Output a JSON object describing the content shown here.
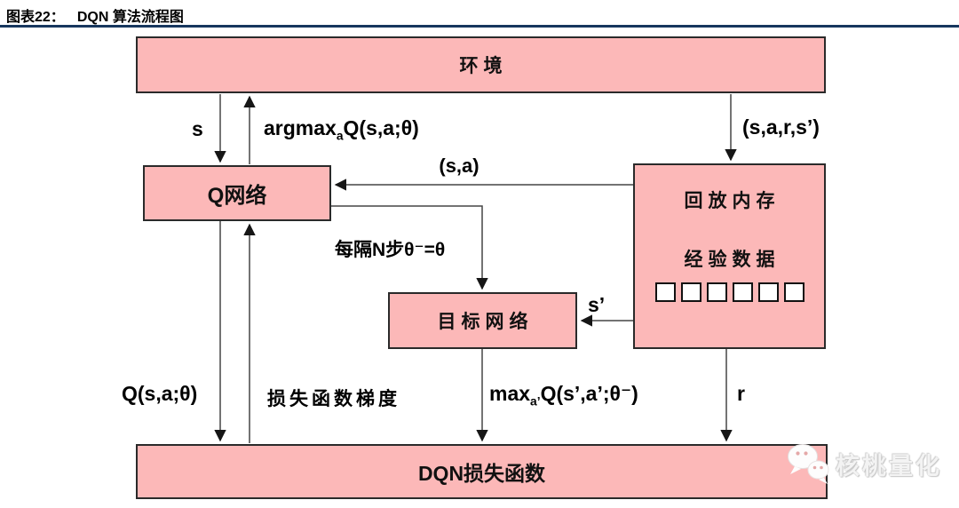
{
  "header": {
    "figure_label": "图表22：",
    "title": "DQN 算法流程图"
  },
  "colors": {
    "node_fill": "#FCB8B8",
    "node_border": "#2A2A2A",
    "title_rule": "#17375E",
    "arrow": "#454545"
  },
  "nodes": {
    "environment": {
      "label": "环境"
    },
    "q_network": {
      "label": "Q网络"
    },
    "target_network": {
      "label": "目标网络"
    },
    "replay_memory": {
      "title": "回放内存",
      "subtitle": "经验数据",
      "slot_count": 6
    },
    "dqn_loss": {
      "label": "DQN损失函数"
    }
  },
  "edges": {
    "state": {
      "label": "s"
    },
    "action": {
      "pre": "argmax",
      "sub": "a",
      "post": "Q(s,a;θ)"
    },
    "transition": {
      "label": "(s,a,r,s’)"
    },
    "sample_sa": {
      "label": "(s,a)"
    },
    "sync": {
      "label": "每隔N步θ⁻=θ"
    },
    "next_state": {
      "label": "s’"
    },
    "q_value": {
      "label": "Q(s,a;θ)"
    },
    "gradient": {
      "label": "损失函数梯度"
    },
    "target_q": {
      "pre": "max",
      "sub": "a’",
      "post": "Q(s’,a’;θ⁻)"
    },
    "reward": {
      "label": "r"
    }
  },
  "watermark": {
    "text": "核桃量化"
  }
}
